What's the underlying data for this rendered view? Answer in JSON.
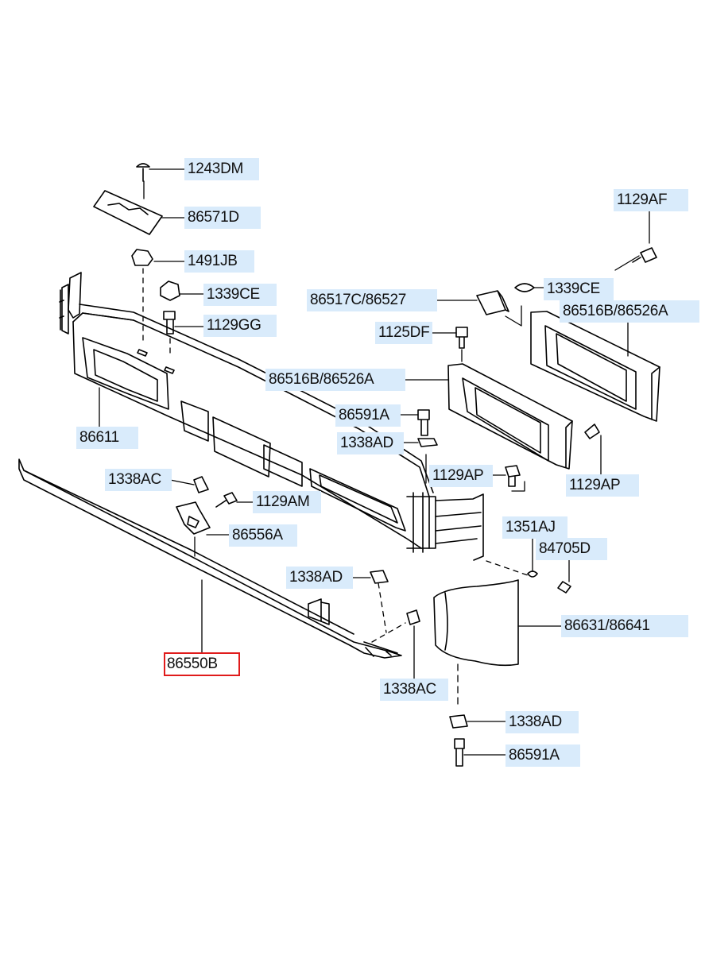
{
  "colors": {
    "label_bg": "#d9ebfb",
    "selected_outline": "#e01b1b",
    "line": "#000000"
  },
  "selected_part": "86550B",
  "parts": {
    "p1243DM": "1243DM",
    "p86571D": "86571D",
    "p1491JB": "1491JB",
    "p1339CE_left": "1339CE",
    "p1129GG": "1129GG",
    "p86611": "86611",
    "p1129AF": "1129AF",
    "p1339CE_right": "1339CE",
    "p86517C_86527": "86517C/86527",
    "p86516B_86526A_right": "86516B/86526A",
    "p1125DF": "1125DF",
    "p86516B_86526A_mid": "86516B/86526A",
    "p86591A_upper": "86591A",
    "p1338AD_upper": "1338AD",
    "p1338AC_left": "1338AC",
    "p1129AM": "1129AM",
    "p1129AP_mid": "1129AP",
    "p1129AP_right": "1129AP",
    "p86556A": "86556A",
    "p1351AJ": "1351AJ",
    "p84705D": "84705D",
    "p1338AD_mid": "1338AD",
    "p86631_86641": "86631/86641",
    "p86550B": "86550B",
    "p1338AC_lower": "1338AC",
    "p1338AD_lower": "1338AD",
    "p86591A_lower": "86591A"
  }
}
